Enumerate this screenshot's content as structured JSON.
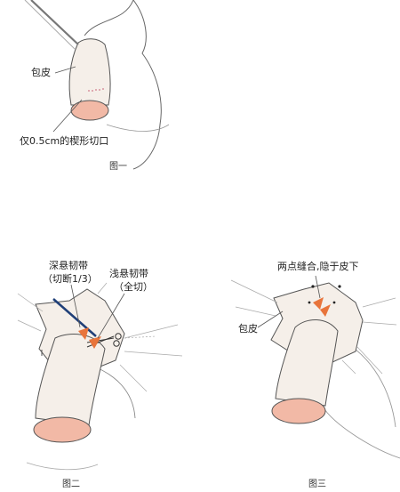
{
  "figure1": {
    "caption": "图一",
    "label_foreskin": "包皮",
    "label_incision": "仅0.5cm的楔形切口"
  },
  "figure2": {
    "caption": "图二",
    "label_deep_line1": "深悬韧带",
    "label_deep_line2": "（切断1/3）",
    "label_shallow_line1": "浅悬韧带",
    "label_shallow_line2": "（全切）"
  },
  "figure3": {
    "caption": "图三",
    "label_suture": "两点缝合,隐于皮下",
    "label_foreskin": "包皮"
  },
  "colors": {
    "skin": "#f5efe9",
    "glans": "#f2b9a6",
    "outline": "#555555",
    "accent": "#e8743b",
    "instrument": "#1f3f78"
  }
}
